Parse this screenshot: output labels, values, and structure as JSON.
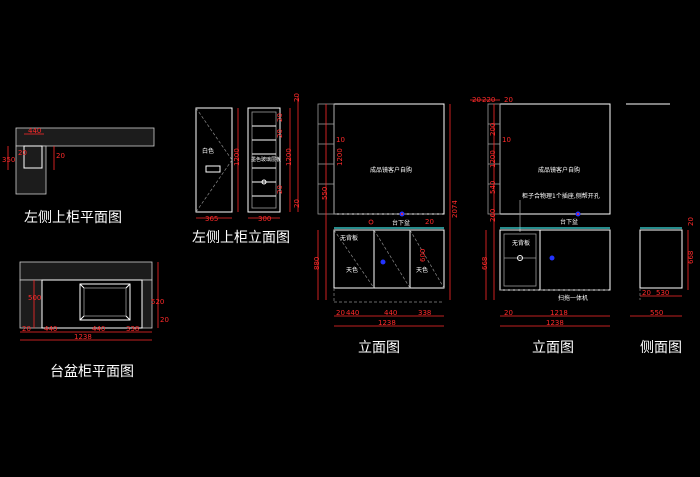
{
  "titles": {
    "left_upper_plan": "左侧上柜平面图",
    "basin_plan": "台盆柜平面图",
    "left_upper_elevation": "左侧上柜立面图",
    "elevation_1": "立面图",
    "elevation_2": "立面图",
    "side_elevation": "侧面图"
  },
  "notes": {
    "mirror_1": "成品镜客户自购",
    "mirror_2": "成品镜客户自购",
    "socket_note": "柜子合物理1个插座,侧帮开孔",
    "white_label": "白色",
    "shelf_label": "墨色玻璃层板",
    "sweeper": "扫拖一体机",
    "drawer_1": "无背板",
    "drawer_2": "无背板",
    "door_1": "天色",
    "door_2": "天色",
    "under_basin": "台下盆",
    "under_basin_2": "台下盆"
  },
  "dims": {
    "plan_top": [
      "440",
      "20",
      "350",
      "20"
    ],
    "basin_plan": [
      "20",
      "440",
      "440",
      "338",
      "1238",
      "500",
      "520",
      "20"
    ],
    "upper_elev": [
      "365",
      "300",
      "1200",
      "1200",
      "20",
      "20",
      "20",
      "20",
      "20"
    ],
    "elev_1": [
      "20",
      "440",
      "440",
      "338",
      "1238",
      "1200",
      "550",
      "880",
      "2074",
      "10",
      "600",
      "20"
    ],
    "elev_2": [
      "20",
      "220",
      "20",
      "1218",
      "1238",
      "1200",
      "260",
      "668",
      "10",
      "20",
      "200",
      "540"
    ],
    "side": [
      "20",
      "530",
      "550",
      "668",
      "20"
    ]
  },
  "colors": {
    "background": "#000000",
    "line": "#ffffff",
    "dimension": "#ff2a2a",
    "countertop": "#3fe0e0",
    "marker": "#2233ff"
  }
}
